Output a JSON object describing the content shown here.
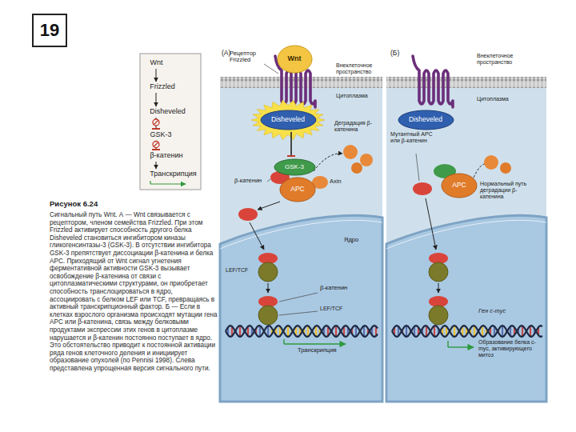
{
  "diagram": {
    "title": "Рисунок 6.24",
    "caption": "Сигнальный путь Wnt. А — Wnt связывается с рецептором, членом семейства Frizzled. При этом Frizzled активирует способность другого белка Disheveled становиться ингибитором киназы гликогенсинтазы-3 (GSK-3). В отсутствии ингибитора GSK-3 препятствует диссоциации β-катенина и белка APC. Приходящий от Wnt сигнал угнетения ферментативной активности GSK-3 вызывает освобождение β-катенина от связи с цитоплазматическими структурами, он приобретает способность транслоцироваться в ядро, ассоциировать с белком LEF или TCF, превращаясь в активный транскрипционный фактор. Б — Если в клетках взрослого организма происходят мутации гена APC или β-катенина, связь между белковыми продуктами экспрессии этих генов в цитоплазме нарушается и β-катенин постоянно поступает в ядро. Это обстоятельство приводит к постоянной активации ряда генов клеточного деления и инициирует образование опухолей (по Pennisi 1998). Слева представлена упрощенная версия сигнального пути.",
    "nodes": [
      {
        "text": [
          "19"
        ]
      },
      {
        "text": [
          "Wnt"
        ]
      },
      {
        "text": [
          "Frizzled"
        ]
      },
      {
        "text": [
          "Disheveled"
        ]
      },
      {
        "text": [
          "GSK-3"
        ]
      },
      {
        "text": [
          "β-катенин"
        ]
      },
      {
        "text": [
          "Транскрипция"
        ]
      },
      {
        "text": [
          "Wnt"
        ]
      },
      {
        "text": [
          "Disheveled"
        ]
      },
      {
        "text": [
          "GSK-3"
        ]
      },
      {
        "text": [
          "APC"
        ]
      },
      {
        "text": [
          "Disheveled"
        ]
      },
      {
        "text": [
          "APC"
        ]
      }
    ],
    "edges": [
      {
        "from": 1,
        "to": 2,
        "arrow": "to"
      },
      {
        "from": 2,
        "to": 3,
        "arrow": "to"
      },
      {
        "from": 3,
        "to": 4,
        "arrow": "none"
      },
      {
        "from": 4,
        "to": 5,
        "arrow": "none"
      },
      {
        "from": 5,
        "to": 6,
        "arrow": "to"
      },
      {
        "from": 8,
        "to": 9,
        "arrow": "none"
      }
    ],
    "labels": [
      "(А)",
      "Рецептор Frizzled",
      "Внеклеточное пространство",
      "Цитоплазма",
      "Деградация β-катенина",
      "β-катенин",
      "Axin",
      "Ядро",
      "LEF/TCF",
      "β-катенин",
      "LEF/TCF",
      "Транскрипция",
      "(Б)",
      "Внеклеточное пространство",
      "Цитоплазма",
      "Мутантный APC или β-катенин",
      "Нормальный путь деградации β-катенина",
      "Ген c-myc",
      "Образование белка c-myc, активирующего митоз"
    ]
  }
}
